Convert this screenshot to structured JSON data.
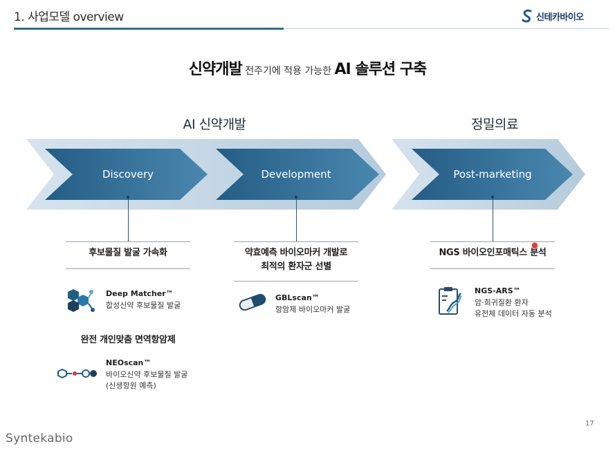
{
  "header": {
    "title": "1. 사업모델 overview",
    "logo_text": "신테카바이오"
  },
  "main_title": {
    "part1": "신약개발",
    "part2": " 전주기에 적용 가능한 ",
    "part3": "AI 솔루션 구축"
  },
  "sections": {
    "ai": "AI 신약개발",
    "precision": "정밀의료"
  },
  "stages": {
    "discovery": "Discovery",
    "development": "Development",
    "post_marketing": "Post-marketing"
  },
  "discovery": {
    "category": "후보물질 발굴 가속화",
    "product1_name": "Deep Matcher™",
    "product1_desc": "합성신약 후보물질 발굴",
    "category2": "완전 개인맞춤 면역항암제",
    "product2_name": "NEOscan™",
    "product2_desc1": "바이오신약 후보물질 발굴",
    "product2_desc2": "(신생항원 예측)"
  },
  "development": {
    "category_line1": "약효예측 바이오마커 개발로",
    "category_line2": "최적의 환자군 선별",
    "product_name": "GBLscan™",
    "product_desc": "항암제 바이오마커 발굴"
  },
  "post_marketing": {
    "category": "NGS 바이오인포매틱스 분석",
    "product_name": "NGS-ARS™",
    "product_desc1": "암·희귀질환 환자",
    "product_desc2": "유전체 데이터 자동 분석"
  },
  "page_number": "17",
  "footer_logo": "Syntekabio",
  "colors": {
    "accent": "#2f6c93",
    "arrow_dark": "#2a6a93",
    "arrow_light": "#c6d8e6"
  }
}
